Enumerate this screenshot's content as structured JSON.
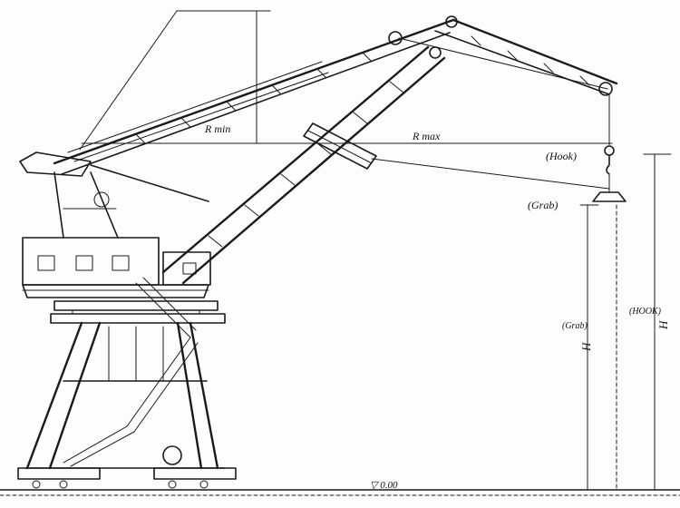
{
  "labels": {
    "r_min": "R min",
    "r_max": "R max",
    "hook": "(Hook)",
    "grab": "(Grab)",
    "grab_height": "(Grab)",
    "hook_height": "(HOOK)",
    "height_symbol_grab": "H",
    "height_symbol_hook": "H",
    "ground_level": "▽ 0.00"
  },
  "colors": {
    "ink": "#1a1a1a",
    "paper": "#fdfdfd"
  }
}
